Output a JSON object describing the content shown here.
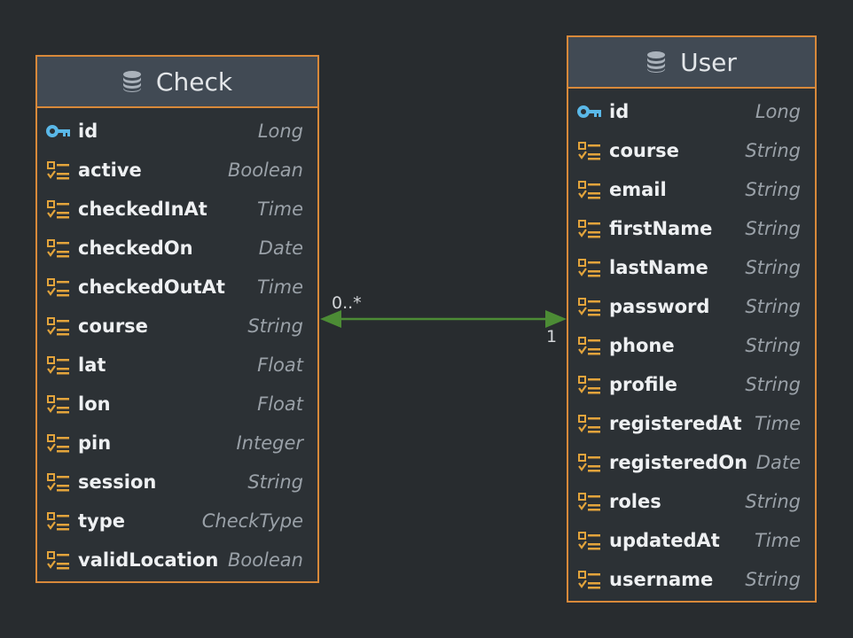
{
  "colors": {
    "background": "#282c2f",
    "entity_border": "#d8893a",
    "header_bg": "#414a54",
    "key_icon": "#5ab8e8",
    "field_icon": "#e3a43c",
    "relationship_line": "#4c8c35"
  },
  "entities": [
    {
      "title": "Check",
      "icon": "database-icon",
      "fields": [
        {
          "name": "id",
          "type": "Long",
          "icon": "key-icon"
        },
        {
          "name": "active",
          "type": "Boolean",
          "icon": "field-icon"
        },
        {
          "name": "checkedInAt",
          "type": "Time",
          "icon": "field-icon"
        },
        {
          "name": "checkedOn",
          "type": "Date",
          "icon": "field-icon"
        },
        {
          "name": "checkedOutAt",
          "type": "Time",
          "icon": "field-icon"
        },
        {
          "name": "course",
          "type": "String",
          "icon": "field-icon"
        },
        {
          "name": "lat",
          "type": "Float",
          "icon": "field-icon"
        },
        {
          "name": "lon",
          "type": "Float",
          "icon": "field-icon"
        },
        {
          "name": "pin",
          "type": "Integer",
          "icon": "field-icon"
        },
        {
          "name": "session",
          "type": "String",
          "icon": "field-icon"
        },
        {
          "name": "type",
          "type": "CheckType",
          "icon": "field-icon"
        },
        {
          "name": "validLocation",
          "type": "Boolean",
          "icon": "field-icon"
        }
      ]
    },
    {
      "title": "User",
      "icon": "database-icon",
      "fields": [
        {
          "name": "id",
          "type": "Long",
          "icon": "key-icon"
        },
        {
          "name": "course",
          "type": "String",
          "icon": "field-icon"
        },
        {
          "name": "email",
          "type": "String",
          "icon": "field-icon"
        },
        {
          "name": "firstName",
          "type": "String",
          "icon": "field-icon"
        },
        {
          "name": "lastName",
          "type": "String",
          "icon": "field-icon"
        },
        {
          "name": "password",
          "type": "String",
          "icon": "field-icon"
        },
        {
          "name": "phone",
          "type": "String",
          "icon": "field-icon"
        },
        {
          "name": "profile",
          "type": "String",
          "icon": "field-icon"
        },
        {
          "name": "registeredAt",
          "type": "Time",
          "icon": "field-icon"
        },
        {
          "name": "registeredOn",
          "type": "Date",
          "icon": "field-icon"
        },
        {
          "name": "roles",
          "type": "String",
          "icon": "field-icon"
        },
        {
          "name": "updatedAt",
          "type": "Time",
          "icon": "field-icon"
        },
        {
          "name": "username",
          "type": "String",
          "icon": "field-icon"
        }
      ]
    }
  ],
  "relationship": {
    "from": "Check",
    "to": "User",
    "from_cardinality": "0..*",
    "to_cardinality": "1"
  }
}
